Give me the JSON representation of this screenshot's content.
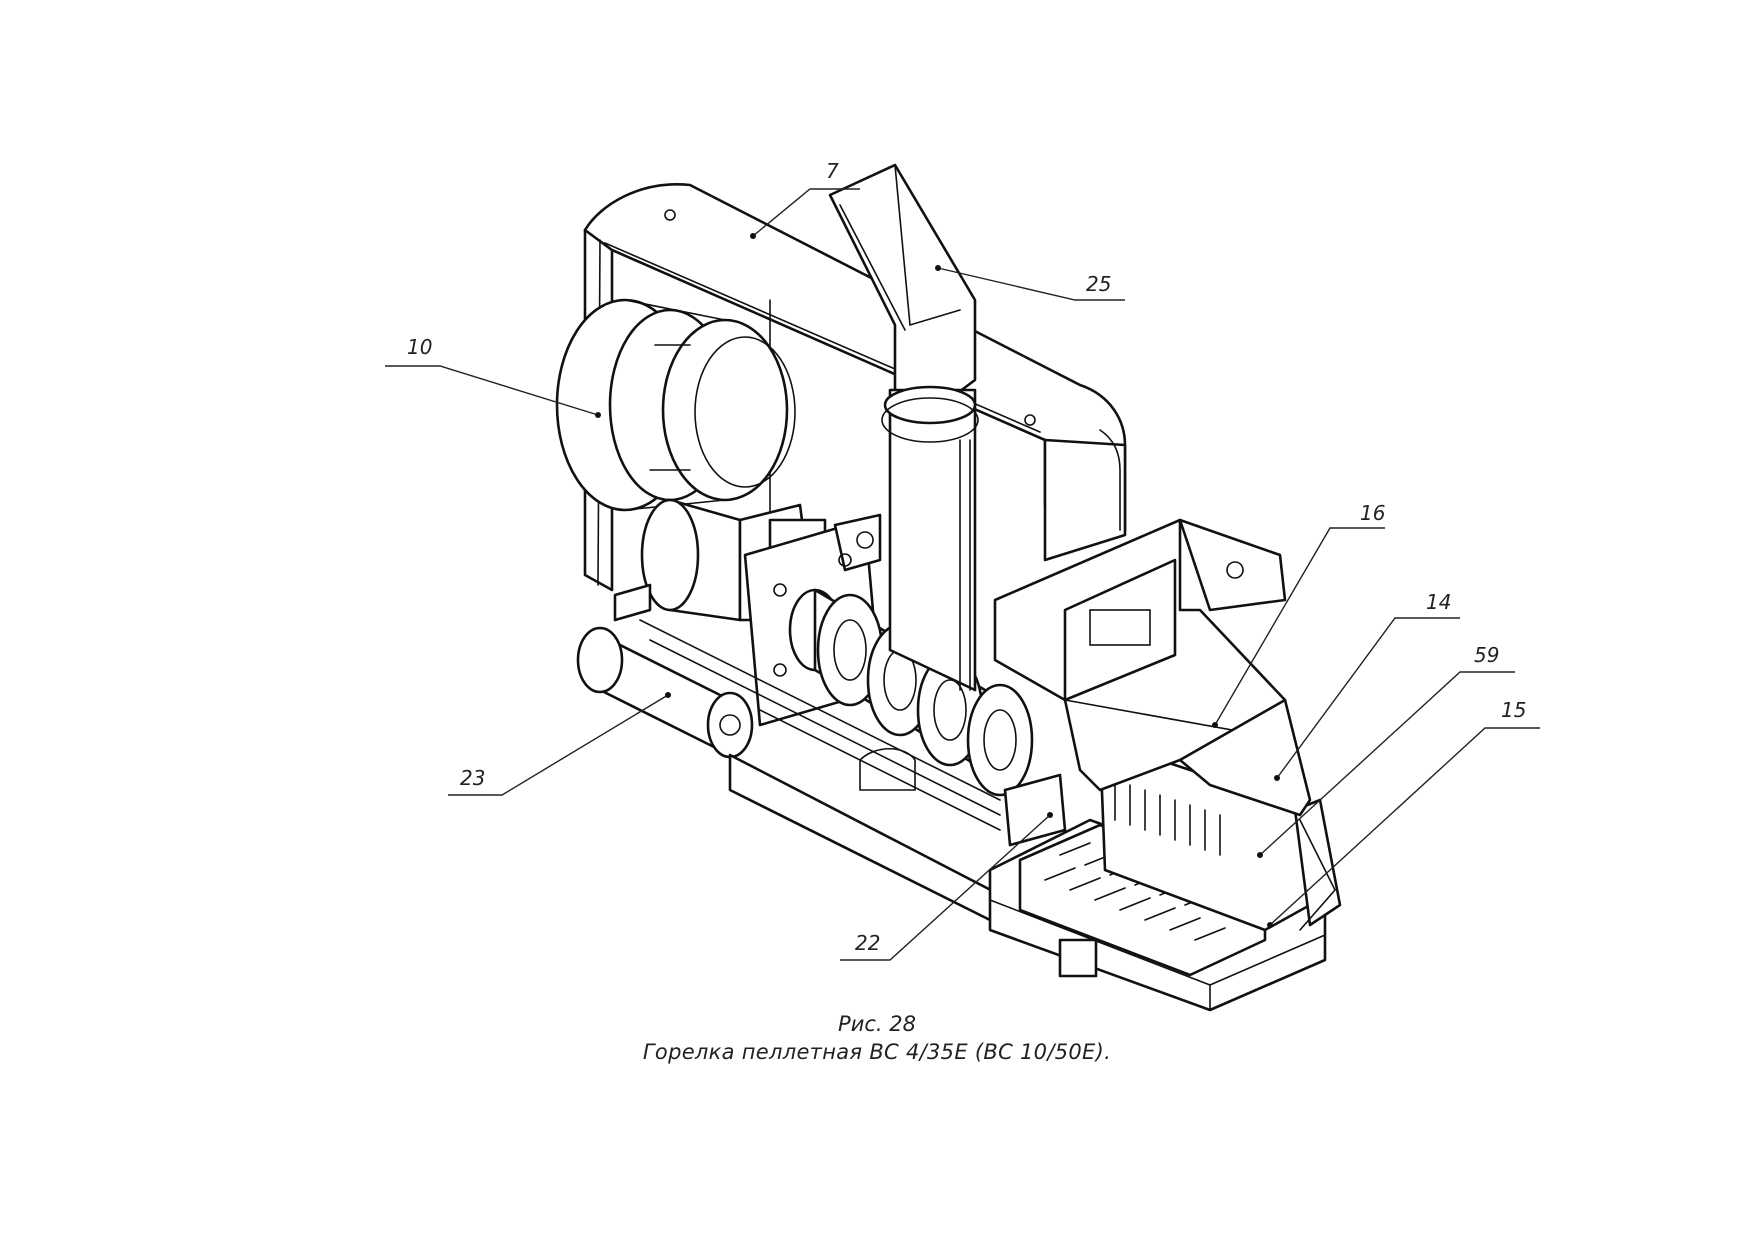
{
  "figure": {
    "number_caption": "Рис. 28",
    "title_caption": "Горелка пеллетная BC 4/35E (BC 10/50E)."
  },
  "callouts": {
    "c7": "7",
    "c25": "25",
    "c10": "10",
    "c16": "16",
    "c14": "14",
    "c59": "59",
    "c15": "15",
    "c23": "23",
    "c22": "22"
  }
}
